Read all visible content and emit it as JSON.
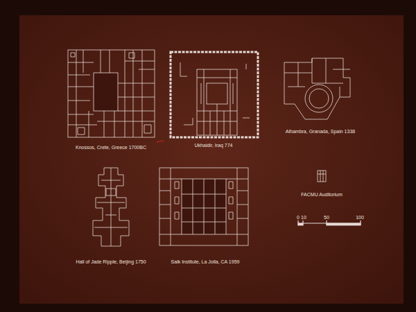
{
  "diagram": {
    "labels": [
      "Knossos, Crete, Greece 1700BC",
      "Ukhaidir, Iraq 774",
      "Alhambra, Granada, Spain 1338",
      "Hall of Jade Ripple, Beijing 1750",
      "Salk Institute, La Jolla, CA 1959",
      "FACMU Auditorium",
      "0",
      "10",
      "50",
      "100"
    ]
  }
}
